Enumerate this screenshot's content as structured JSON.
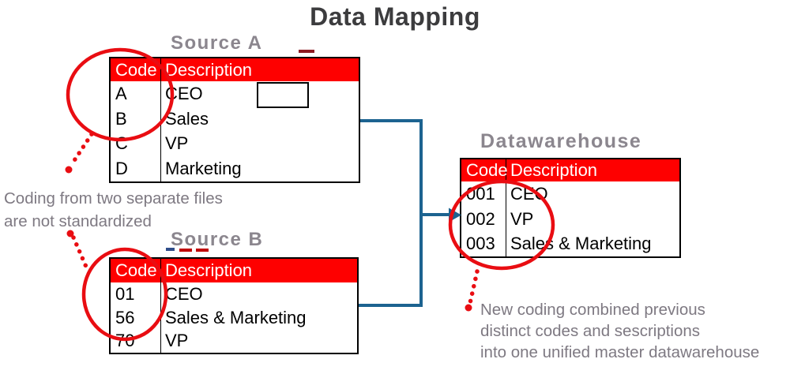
{
  "title": "Data Mapping",
  "colors": {
    "table_header_red": "#fe0000",
    "circle_red": "#e90d12",
    "connector_blue": "#1c6390",
    "title_gray": "#3c3c3e",
    "label_gray": "#8b868e",
    "annotation_gray": "#7e7982",
    "border_black": "#000000"
  },
  "source_a": {
    "label": "Source A",
    "col_headers": [
      "Code",
      "Description"
    ],
    "rows": [
      {
        "code": "A",
        "desc": "CEO"
      },
      {
        "code": "B",
        "desc": "Sales"
      },
      {
        "code": "C",
        "desc": "VP"
      },
      {
        "code": "D",
        "desc": "Marketing"
      }
    ]
  },
  "source_b": {
    "label": "Source B",
    "col_headers": [
      "Code",
      "Description"
    ],
    "rows": [
      {
        "code": "01",
        "desc": "CEO"
      },
      {
        "code": "56",
        "desc": "Sales & Marketing"
      },
      {
        "code": "70",
        "desc": "VP"
      }
    ]
  },
  "warehouse": {
    "label": "Datawarehouse",
    "col_headers": [
      "Code",
      "Description"
    ],
    "rows": [
      {
        "code": "001",
        "desc": "CEO"
      },
      {
        "code": "002",
        "desc": "VP"
      },
      {
        "code": "003",
        "desc": "Sales & Marketing"
      }
    ]
  },
  "annotations": {
    "left": {
      "lines": [
        "Coding from two separate files",
        "are not standardized"
      ]
    },
    "right": {
      "lines": [
        "New coding combined previous",
        "distinct codes and sescriptions",
        "into one unified master datawarehouse"
      ]
    }
  }
}
